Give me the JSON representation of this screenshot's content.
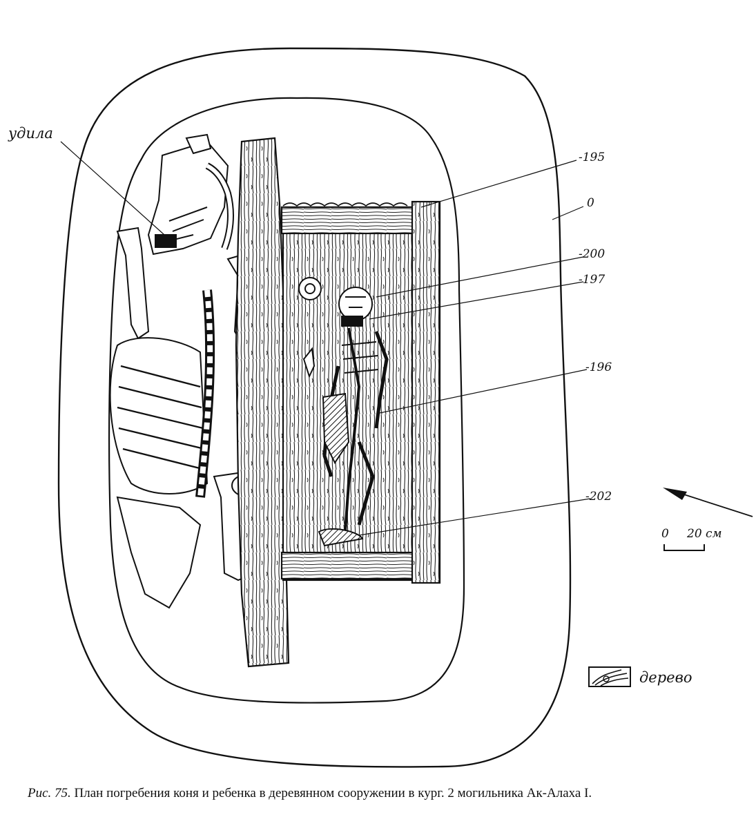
{
  "labels": {
    "udila": "удила",
    "d195": "-195",
    "d0": "0",
    "d200": "-200",
    "d197": "-197",
    "d196": "-196",
    "d202": "-202"
  },
  "scale": {
    "zero": "0",
    "mark": "20 см"
  },
  "legend": {
    "wood": "дерево"
  },
  "caption": {
    "figure_no": "Рис. 75.",
    "text": "План погребения коня и ребенка в деревянном сооружении в кург. 2 могильника Ак-Алаха I."
  },
  "icons": {
    "north": "north-arrow-icon",
    "wood_swatch": "wood-hatch-icon"
  }
}
